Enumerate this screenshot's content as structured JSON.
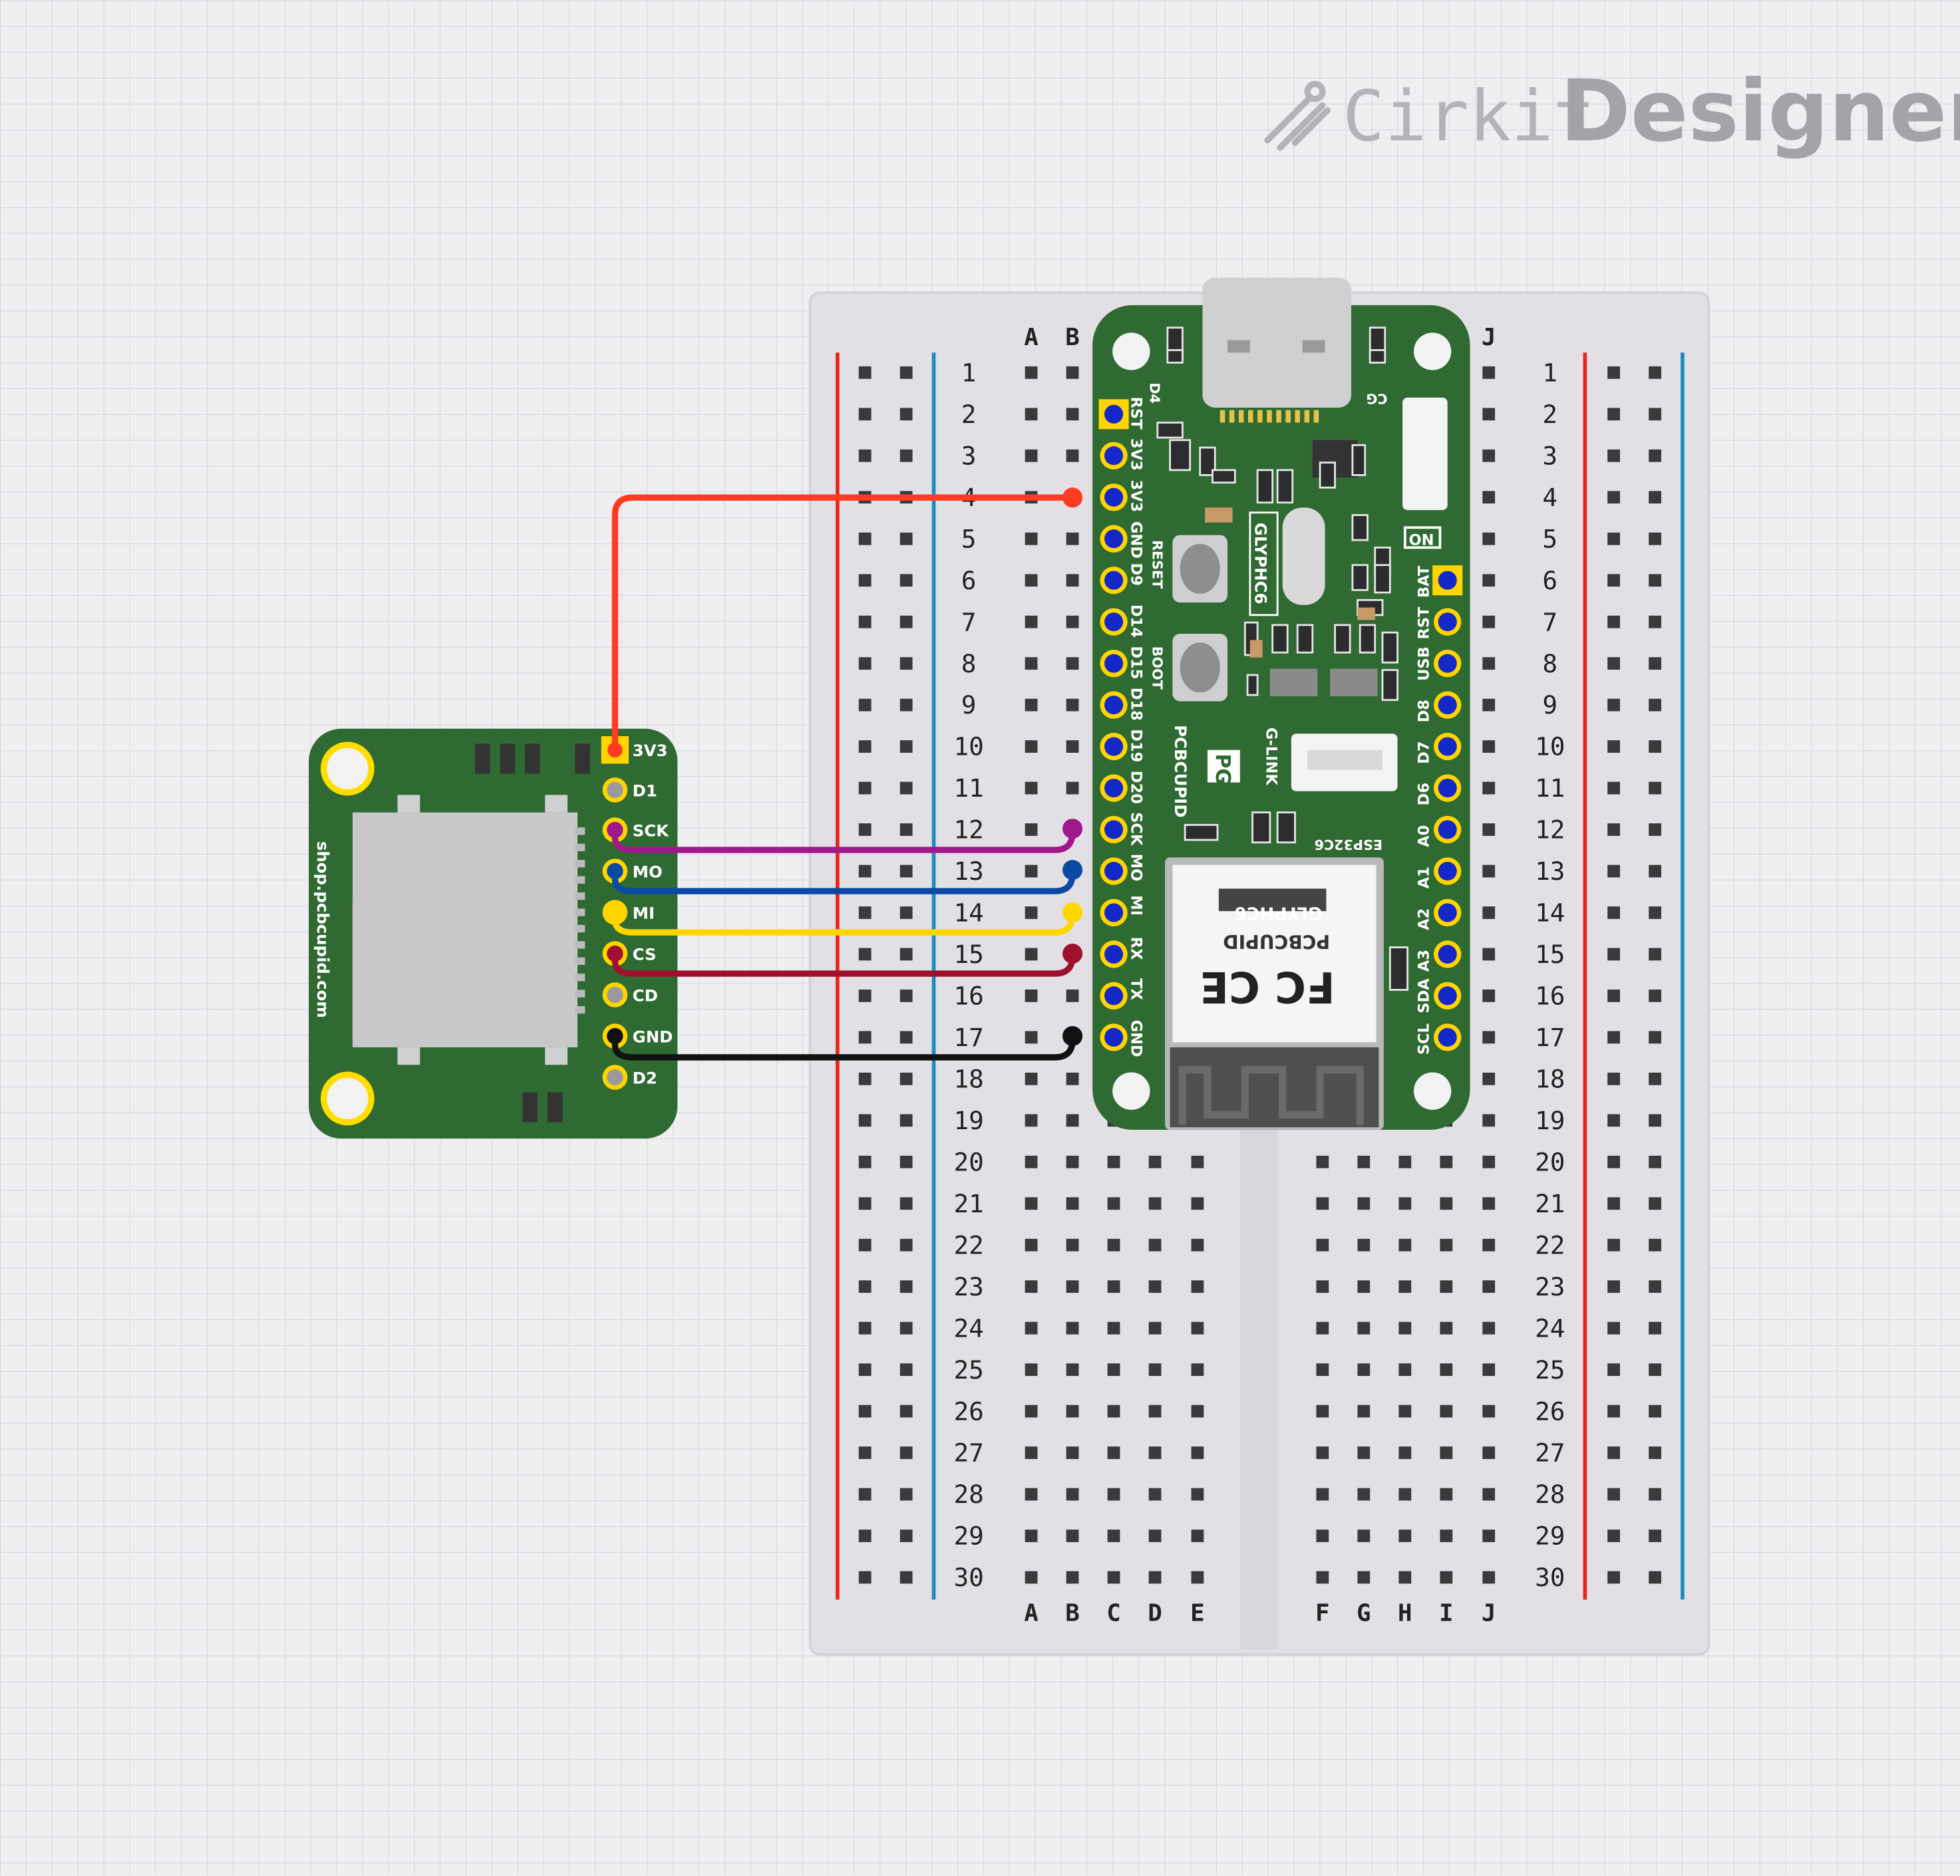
{
  "logo": {
    "brand_a": "Cirkit",
    "brand_b": "Designer"
  },
  "breadboard": {
    "columns_left": [
      "A",
      "B",
      "C",
      "D",
      "E"
    ],
    "columns_right": [
      "F",
      "G",
      "H",
      "I",
      "J"
    ],
    "rows": 30
  },
  "sd_module": {
    "silk_text": "shop.pcbcupid.com",
    "pins": [
      "3V3",
      "D1",
      "SCK",
      "MO",
      "MI",
      "CS",
      "CD",
      "GND",
      "D2"
    ]
  },
  "glyph_board": {
    "left_pins": [
      "RST",
      "3V3",
      "3V3",
      "GND",
      "D9",
      "D14",
      "D15",
      "D18",
      "D19",
      "D20",
      "SCK",
      "MO",
      "MI",
      "RX",
      "TX",
      "GND"
    ],
    "right_pins": [
      "BAT",
      "RST",
      "USB",
      "D8",
      "D7",
      "D6",
      "A0",
      "A1",
      "A2",
      "A3",
      "SDA",
      "SCL"
    ],
    "labels": {
      "glyph": "GLYPHC6",
      "reset": "RESET",
      "boot": "BOOT",
      "glink": "G-LINK",
      "pcbcupid": "PCBCUPID",
      "esp": "ESP32C6",
      "on": "ON",
      "d4": "D4",
      "cg": "CG",
      "pg": "PG",
      "module_name": "GLYPHC6",
      "module_brand": "PCBCUPID",
      "cert": "FC CE"
    }
  },
  "wires": [
    {
      "name": "3V3",
      "color": "#ff3b21"
    },
    {
      "name": "SCK",
      "color": "#a0198c"
    },
    {
      "name": "MO",
      "color": "#0a4aa3"
    },
    {
      "name": "MI",
      "color": "#ffd600"
    },
    {
      "name": "CS",
      "color": "#a0102e"
    },
    {
      "name": "GND",
      "color": "#111111"
    }
  ],
  "colors": {
    "pcb": "#2f6a32",
    "breadboard": "#e3e1e5",
    "rail_red": "#e8261c",
    "rail_blue": "#1c8bbd",
    "pin_blue": "#1428c8",
    "pad_gold": "#ffd400"
  }
}
